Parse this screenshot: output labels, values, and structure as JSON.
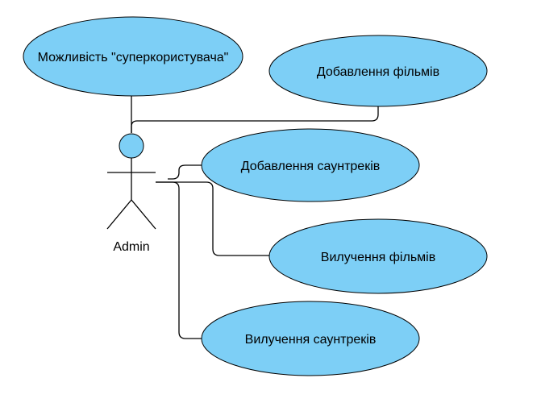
{
  "diagram": {
    "actor": {
      "name": "Admin"
    },
    "use_cases": {
      "superuser": "Можливість \"суперкористувача\"",
      "add_films": "Добавлення фільмів",
      "add_soundtracks": "Добавлення саунтреків",
      "remove_films": "Вилучення фільмів",
      "remove_soundtracks": "Вилучення саунтреків"
    },
    "colors": {
      "use_case_fill": "#7dcff6",
      "stroke": "#000000",
      "background": "#ffffff"
    }
  }
}
